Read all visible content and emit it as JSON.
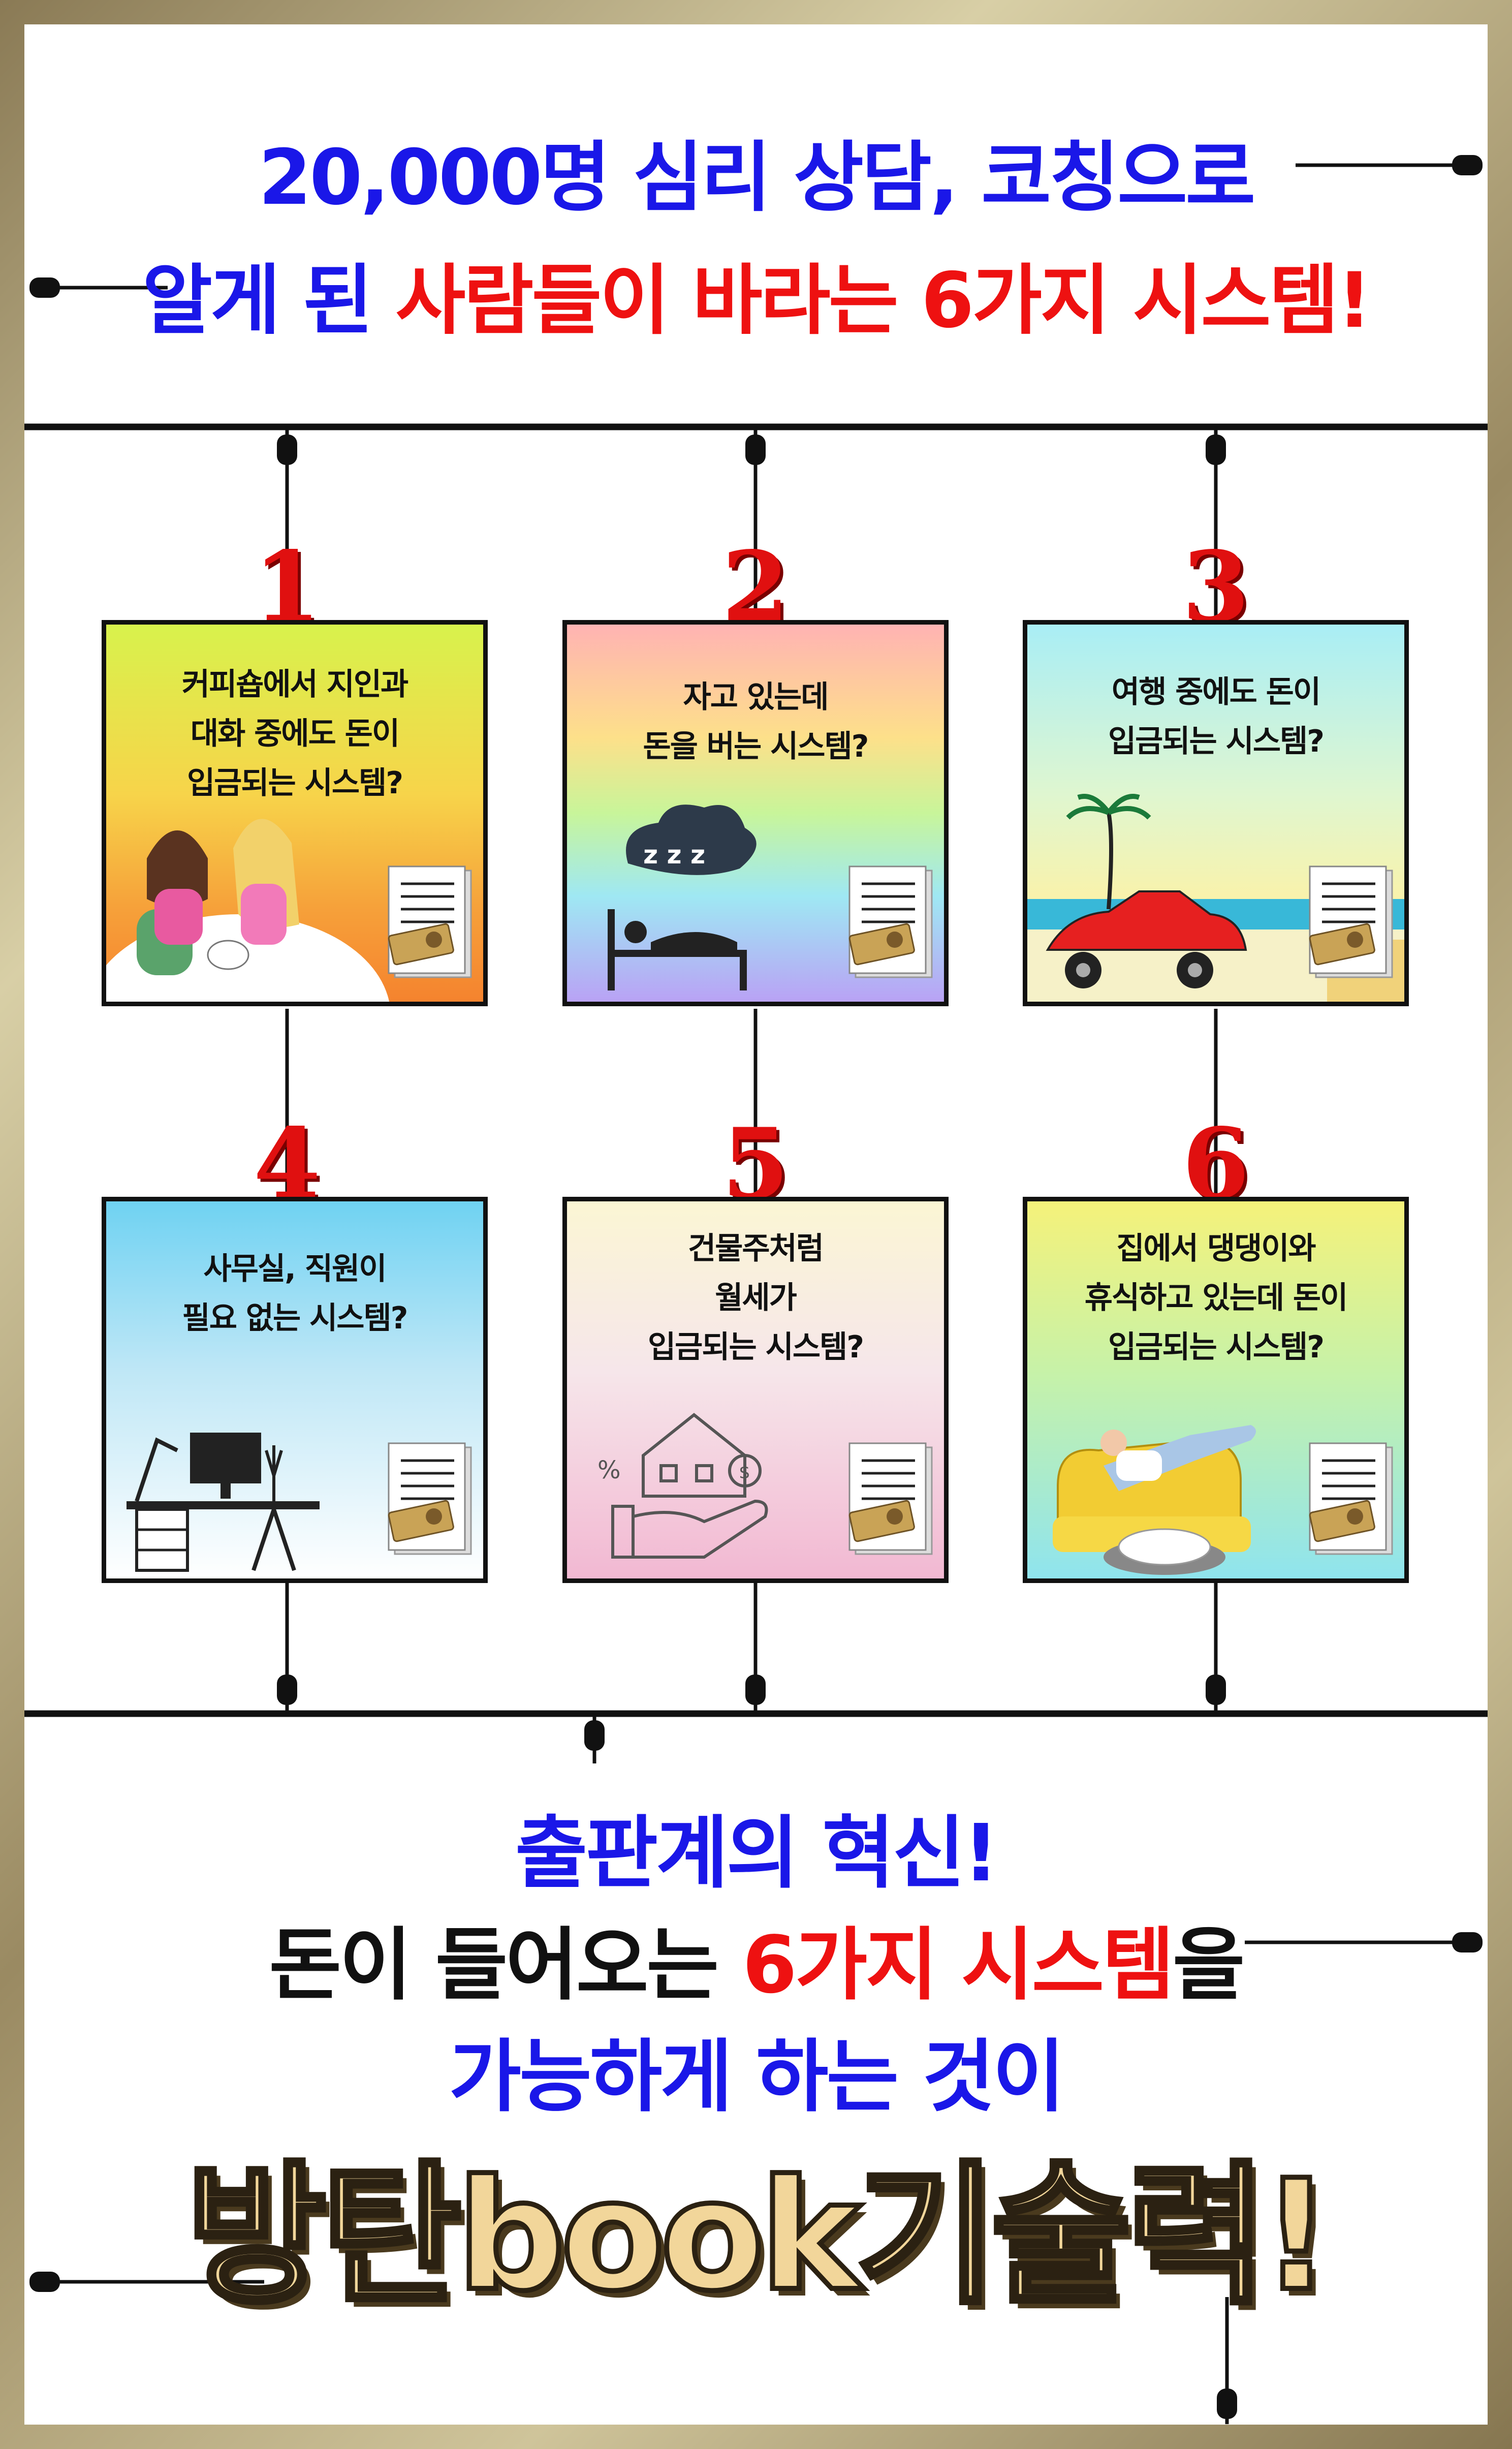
{
  "header": {
    "line1": "20,000명 심리 상담, 코칭으로",
    "line2_blue": "알게 된 ",
    "line2_red": "사람들이 바라는 6가지 시스템!"
  },
  "systems": [
    {
      "number": "1",
      "text": "커피숍에서 지인과\n대화 중에도 돈이\n입금되는 시스템?",
      "scene": "cafe-women-illustration"
    },
    {
      "number": "2",
      "text": "자고 있는데\n돈을 버는 시스템?",
      "scene": "sleeping-bed-icon"
    },
    {
      "number": "3",
      "text": "여행 중에도 돈이\n입금되는 시스템?",
      "scene": "beach-car-illustration"
    },
    {
      "number": "4",
      "text": "사무실, 직원이\n필요 없는 시스템?",
      "scene": "office-desk-icon"
    },
    {
      "number": "5",
      "text": "건물주처럼\n월세가\n입금되는 시스템?",
      "scene": "house-hand-icon"
    },
    {
      "number": "6",
      "text": "집에서 댕댕이와\n휴식하고 있는데 돈이\n입금되는 시스템?",
      "scene": "relaxing-sofa-illustration"
    }
  ],
  "footer": {
    "line1": "출판계의 혁신!",
    "line2_black_a": "돈이 들어오는 ",
    "line2_red": "6가지 시스템",
    "line2_black_b": "을",
    "line3": "가능하게 하는 것이",
    "brand": "방탄book기술력!"
  },
  "colors": {
    "blue": "#1a17e8",
    "red": "#ee1111",
    "gold": "#f2d69a"
  },
  "icons": {
    "badge": "money-document-icon"
  }
}
